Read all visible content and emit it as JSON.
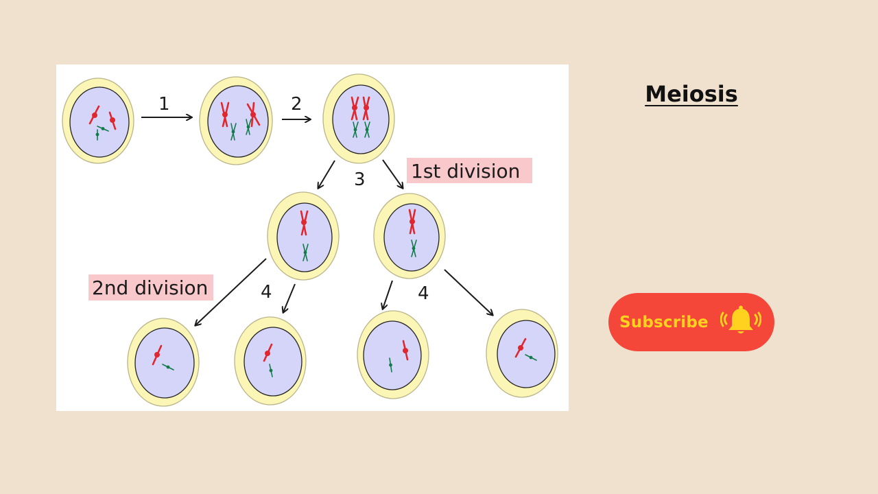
{
  "header": {
    "title": "Meiosis"
  },
  "subscribe": {
    "label": "Subscribe",
    "icon": "bell-icon",
    "color": "#f5463a",
    "text_color": "#ffd21f"
  },
  "diagram": {
    "steps": [
      "1",
      "2",
      "3",
      "4",
      "4"
    ],
    "labels": {
      "first_division": "1st division",
      "second_division": "2nd division"
    },
    "colors": {
      "cell_wall": "#fbf6b6",
      "nucleus": "#d4d5f8",
      "chromosome_large": "#e0262e",
      "chromosome_small": "#127a4a",
      "label_highlight": "#f9c8cb"
    }
  }
}
